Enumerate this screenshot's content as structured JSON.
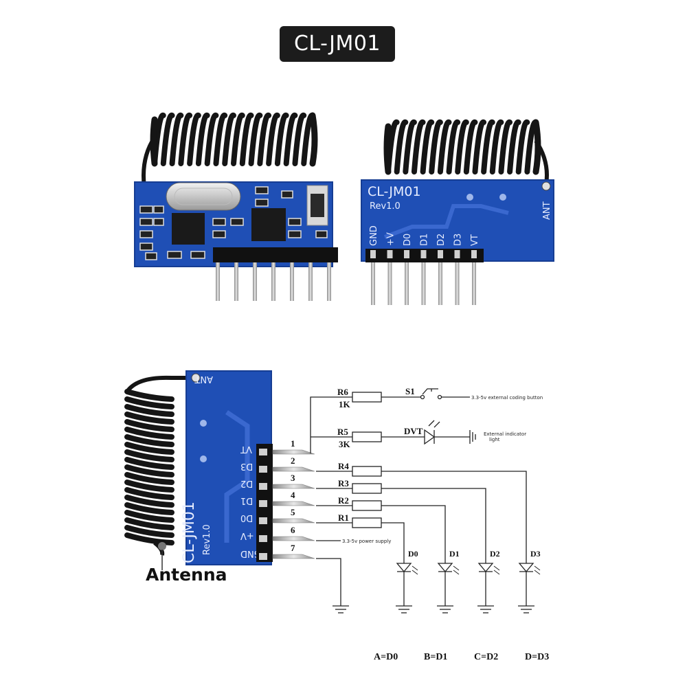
{
  "title": "CL-JM01",
  "board": {
    "label": "CL-JM01",
    "rev": "Rev1.0",
    "ant": "ANT",
    "pins": [
      "GND",
      "+V",
      "D0",
      "D1",
      "D2",
      "D3",
      "VT"
    ]
  },
  "antenna_caption": "Antenna",
  "schematic": {
    "pin_numbers": [
      "1",
      "2",
      "3",
      "4",
      "5",
      "6",
      "7"
    ],
    "r6": {
      "name": "R6",
      "value": "1K"
    },
    "r5": {
      "name": "R5",
      "value": "3K"
    },
    "r4": "R4",
    "r3": "R3",
    "r2": "R2",
    "r1": "R1",
    "s1": "S1",
    "s1_note": "3.3-5v external coding button",
    "dvt": "DVT",
    "dvt_note_line1": "External indicator",
    "dvt_note_line2": "light",
    "power_note": "3.3-5v power supply",
    "led_labels": [
      "D0",
      "D1",
      "D2",
      "D3"
    ],
    "mapping": [
      "A=D0",
      "B=D1",
      "C=D2",
      "D=D3"
    ]
  },
  "colors": {
    "pcb_blue": "#1f4fb5",
    "pcb_dark": "#163d93",
    "badge": "#1c1c1c",
    "coil": "#151515"
  }
}
